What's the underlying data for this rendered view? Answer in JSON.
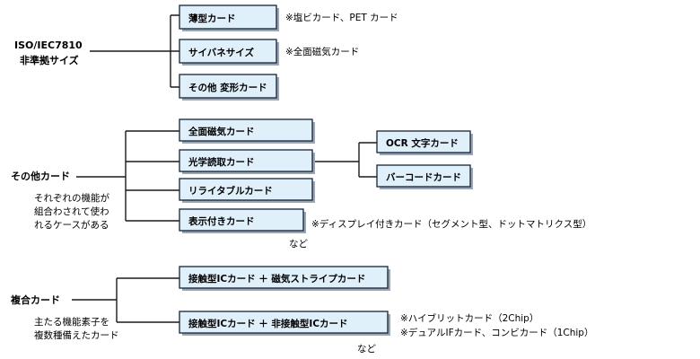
{
  "groups": [
    {
      "label_lines": [
        "ISO/IEC7810",
        "非準拠サイズ"
      ],
      "items": [
        "薄型カード",
        "サイバネサイズ",
        "その他  変形カード"
      ],
      "notes": [
        "※塩ビカード、PET カード",
        "※全面磁気カード"
      ]
    },
    {
      "label": "その他カード",
      "sublabel_lines": [
        "それぞれの機能が",
        "組合わされて使わ",
        "れるケースがある"
      ],
      "items": [
        "全面磁気カード",
        "光学読取カード",
        "リライタブルカード",
        "表示付きカード"
      ],
      "sub_items": [
        "OCR 文字カード",
        "バーコードカード"
      ],
      "notes": [
        "※ディスプレイ付きカード（セグメント型、ドットマトリクス型）"
      ],
      "etc": "など"
    },
    {
      "label": "複合カード",
      "sublabel_lines": [
        "主たる機能素子を",
        "複数種備えたカード"
      ],
      "items": [
        "接触型ICカード  ＋  磁気ストライプカード",
        "接触型ICカード  ＋  非接触型ICカード"
      ],
      "notes": [
        "※ハイブリットカード（2Chip）",
        "※デュアルIFカード、コンビカード（1Chip）"
      ],
      "etc": "など"
    }
  ],
  "colors": {
    "box_fill": "#dff0fb",
    "box_border": "#14243a",
    "shadow": "#9aa6b2"
  }
}
